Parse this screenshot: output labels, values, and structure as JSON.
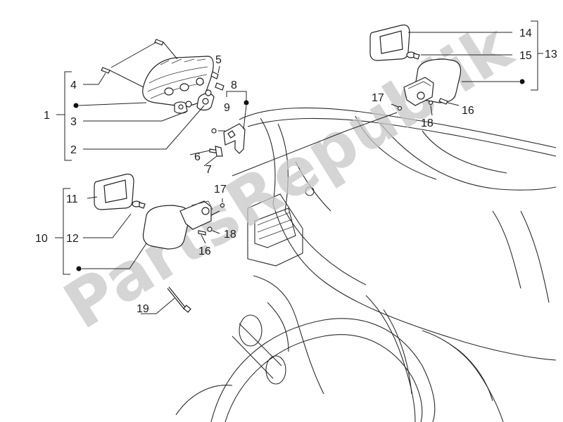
{
  "watermark": {
    "text": "PartsRepublik"
  },
  "callouts": {
    "c1": "1",
    "c2": "2",
    "c3": "3",
    "c4": "4",
    "c5": "5",
    "c6": "6",
    "c7": "7",
    "c8": "8",
    "c9": "9",
    "c10": "10",
    "c11": "11",
    "c12": "12",
    "c13": "13",
    "c14": "14",
    "c15": "15",
    "c16a": "16",
    "c16b": "16",
    "c17a": "17",
    "c17b": "17",
    "c18a": "18",
    "c18b": "18",
    "c19": "19"
  }
}
